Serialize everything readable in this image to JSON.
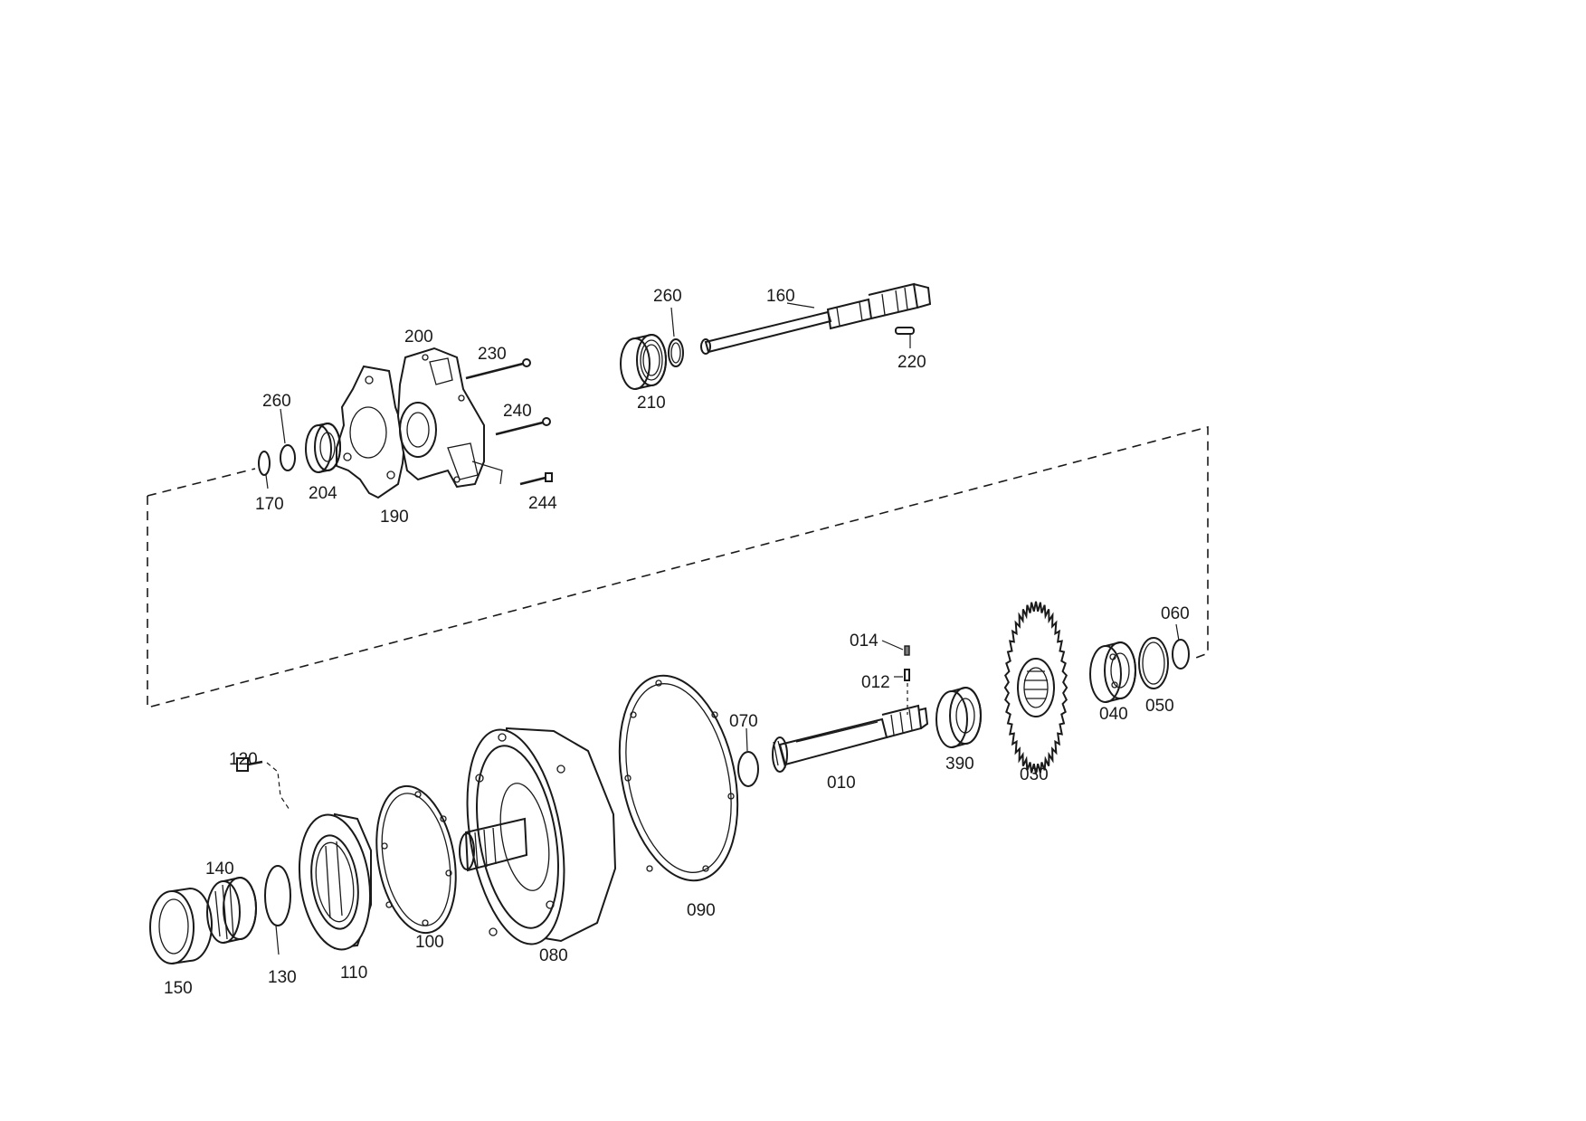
{
  "parts": {
    "p160": "160",
    "p260a": "260",
    "p220": "220",
    "p210": "210",
    "p200": "200",
    "p230": "230",
    "p240": "240",
    "p244": "244",
    "p260b": "260",
    "p170": "170",
    "p204": "204",
    "p190": "190",
    "p060": "060",
    "p014": "014",
    "p012": "012",
    "p050": "050",
    "p040": "040",
    "p030": "030",
    "p390": "390",
    "p010": "010",
    "p070": "070",
    "p090": "090",
    "p080": "080",
    "p100": "100",
    "p110": "110",
    "p120": "120",
    "p140": "140",
    "p130": "130",
    "p150": "150"
  }
}
